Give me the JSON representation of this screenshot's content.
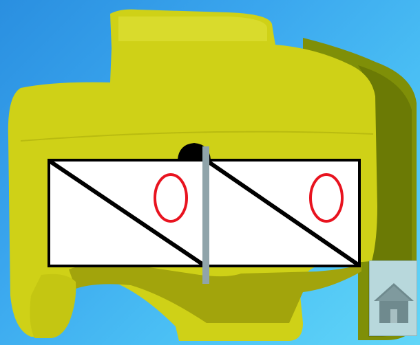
{
  "figure": {
    "description_kind": "diagram",
    "object_color": "#cfd117",
    "object_shadow_color": "#8a8c0a",
    "panel_fill": "#ffffff",
    "panel_stroke": "#000000",
    "divider_color": "#90a4aa",
    "mark_color": "#e8131f",
    "panels": [
      {
        "mark": "O"
      },
      {
        "mark": "O"
      }
    ]
  },
  "nav": {
    "home_icon": "home-icon",
    "home_color": "#6f8a8e"
  }
}
